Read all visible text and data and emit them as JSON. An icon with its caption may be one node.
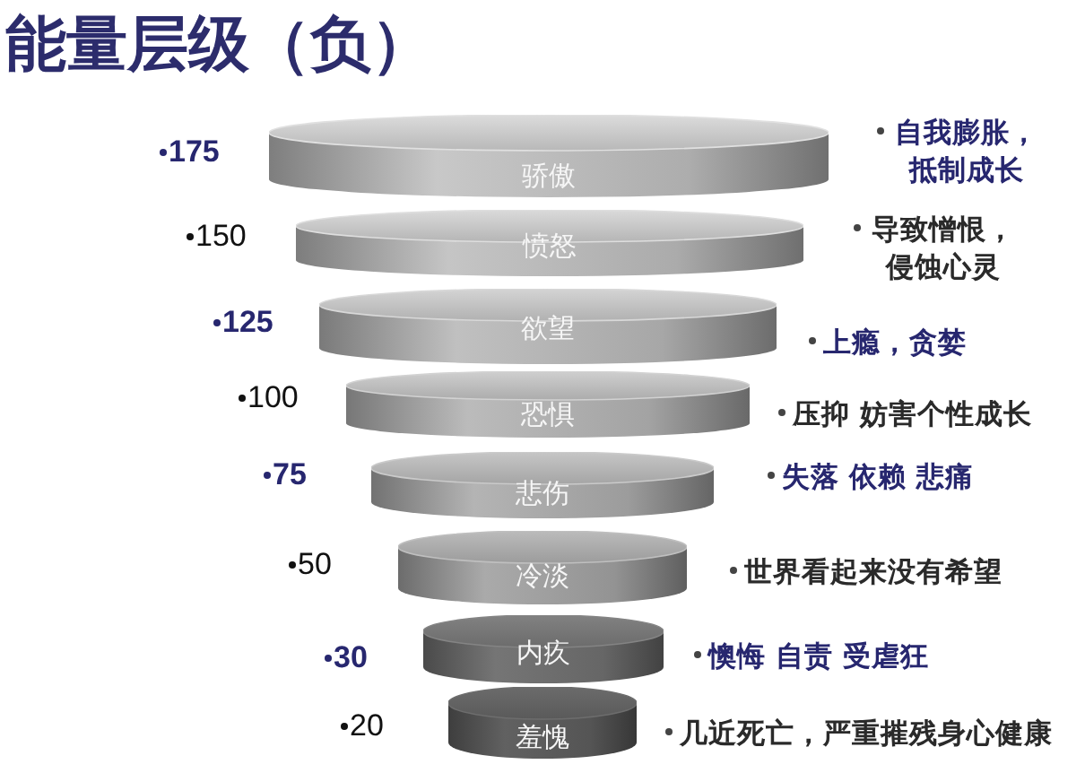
{
  "diagram": {
    "title": "能量层级（负）",
    "nodes": [
      {
        "text": [
          "骄傲"
        ],
        "beside": [
          "175",
          "自我膨胀，抵制成长"
        ]
      },
      {
        "text": [
          "愤怒"
        ],
        "beside": [
          "150",
          "导致憎恨，侵蚀心灵"
        ]
      },
      {
        "text": [
          "欲望"
        ],
        "beside": [
          "125",
          "上瘾，贪婪"
        ]
      },
      {
        "text": [
          "恐惧"
        ],
        "beside": [
          "100",
          "压抑 妨害个性成长"
        ]
      },
      {
        "text": [
          "悲伤"
        ],
        "beside": [
          "75"
        ]
      },
      {
        "text": [
          "冷淡"
        ],
        "beside": [
          "50",
          "世界看起来没有希望"
        ]
      },
      {
        "text": [
          "内疚"
        ],
        "beside": [
          "30",
          "懊悔 自责 受虐狂"
        ]
      },
      {
        "text": [
          "羞愧"
        ],
        "beside": [
          "20",
          "几近死亡，严重摧残身心健康"
        ]
      }
    ],
    "labels": [
      "失落 依赖 悲痛"
    ]
  }
}
